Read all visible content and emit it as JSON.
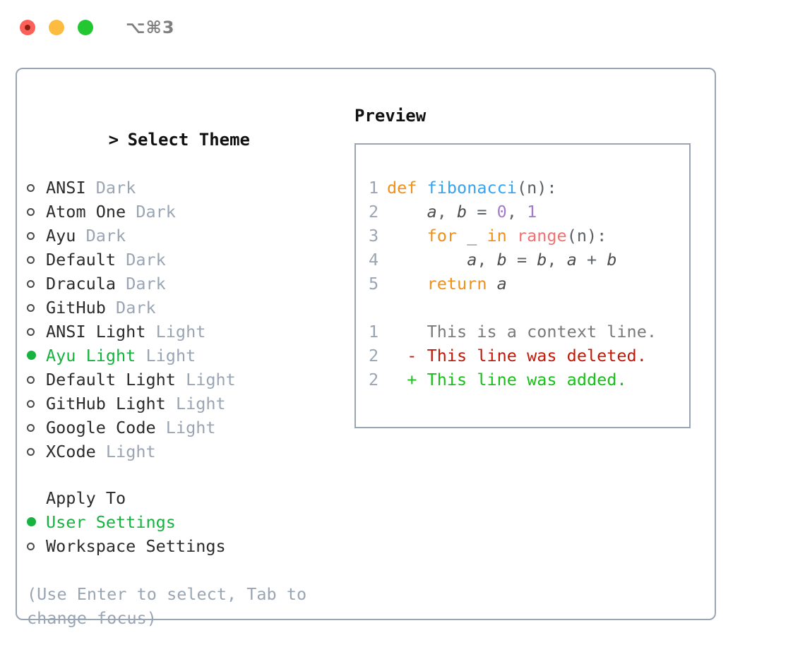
{
  "titlebar": {
    "shortcut": "⌥⌘3",
    "buttons": [
      "close",
      "minimize",
      "maximize"
    ]
  },
  "theme_picker": {
    "header_prefix": ">",
    "header": "Select Theme",
    "items": [
      {
        "name": "ANSI",
        "kind": "Dark",
        "selected": false
      },
      {
        "name": "Atom One",
        "kind": "Dark",
        "selected": false
      },
      {
        "name": "Ayu",
        "kind": "Dark",
        "selected": false
      },
      {
        "name": "Default",
        "kind": "Dark",
        "selected": false
      },
      {
        "name": "Dracula",
        "kind": "Dark",
        "selected": false
      },
      {
        "name": "GitHub",
        "kind": "Dark",
        "selected": false
      },
      {
        "name": "ANSI Light",
        "kind": "Light",
        "selected": false
      },
      {
        "name": "Ayu Light",
        "kind": "Light",
        "selected": true
      },
      {
        "name": "Default Light",
        "kind": "Light",
        "selected": false
      },
      {
        "name": "GitHub Light",
        "kind": "Light",
        "selected": false
      },
      {
        "name": "Google Code",
        "kind": "Light",
        "selected": false
      },
      {
        "name": "XCode",
        "kind": "Light",
        "selected": false
      }
    ]
  },
  "apply_to": {
    "title": "Apply To",
    "options": [
      {
        "label": "User Settings",
        "selected": true
      },
      {
        "label": "Workspace Settings",
        "selected": false
      }
    ]
  },
  "hint": "(Use Enter to select, Tab to change focus)",
  "preview": {
    "label": "Preview",
    "code_lines": [
      {
        "n": "1",
        "tokens": [
          {
            "t": "def",
            "c": "kw"
          },
          {
            "t": " ",
            "c": "pun"
          },
          {
            "t": "fibonacci",
            "c": "fn"
          },
          {
            "t": "(n):",
            "c": "pun"
          }
        ]
      },
      {
        "n": "2",
        "tokens": [
          {
            "t": "    ",
            "c": "pun"
          },
          {
            "t": "a",
            "c": "var"
          },
          {
            "t": ", ",
            "c": "pun"
          },
          {
            "t": "b",
            "c": "var"
          },
          {
            "t": " = ",
            "c": "pun"
          },
          {
            "t": "0",
            "c": "num"
          },
          {
            "t": ", ",
            "c": "pun"
          },
          {
            "t": "1",
            "c": "num"
          }
        ]
      },
      {
        "n": "3",
        "tokens": [
          {
            "t": "    ",
            "c": "pun"
          },
          {
            "t": "for",
            "c": "kw"
          },
          {
            "t": " _ ",
            "c": "pun"
          },
          {
            "t": "in",
            "c": "kw"
          },
          {
            "t": " ",
            "c": "pun"
          },
          {
            "t": "range",
            "c": "bif"
          },
          {
            "t": "(n):",
            "c": "pun"
          }
        ]
      },
      {
        "n": "4",
        "tokens": [
          {
            "t": "        ",
            "c": "pun"
          },
          {
            "t": "a",
            "c": "var"
          },
          {
            "t": ", ",
            "c": "pun"
          },
          {
            "t": "b",
            "c": "var"
          },
          {
            "t": " = ",
            "c": "pun"
          },
          {
            "t": "b",
            "c": "var"
          },
          {
            "t": ", ",
            "c": "pun"
          },
          {
            "t": "a",
            "c": "var"
          },
          {
            "t": " + ",
            "c": "pun"
          },
          {
            "t": "b",
            "c": "var"
          }
        ]
      },
      {
        "n": "5",
        "tokens": [
          {
            "t": "    ",
            "c": "pun"
          },
          {
            "t": "return",
            "c": "kw"
          },
          {
            "t": " ",
            "c": "pun"
          },
          {
            "t": "a",
            "c": "var"
          }
        ]
      }
    ],
    "diff_lines": [
      {
        "n": "1",
        "marker": " ",
        "text": "This is a context line.",
        "kind": "ctx"
      },
      {
        "n": "2",
        "marker": "-",
        "text": "This line was deleted.",
        "kind": "del"
      },
      {
        "n": "2",
        "marker": "+",
        "text": "This line was added.",
        "kind": "add"
      }
    ]
  },
  "colors": {
    "green_accent": "#16b33f",
    "muted": "#9aa5b4",
    "border": "#9aa5b4",
    "keyword": "#f19019",
    "function": "#36a3f2",
    "number": "#a37acc",
    "builtin": "#f07171",
    "diff_added": "#17c017",
    "diff_deleted": "#c21807"
  }
}
